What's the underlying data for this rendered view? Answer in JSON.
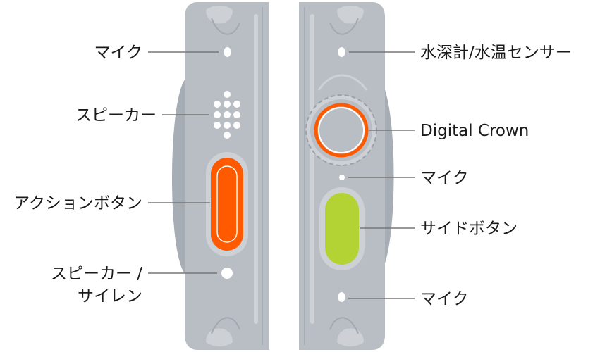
{
  "labels": {
    "left_mic": "マイク",
    "left_speaker": "スピーカー",
    "action_button": "アクションボタン",
    "speaker_siren_line1": "スピーカー /",
    "speaker_siren_line2": "サイレン",
    "depth_sensor": "水深計/水温センサー",
    "digital_crown": "Digital Crown",
    "right_mic_top": "マイク",
    "side_button": "サイドボタン",
    "right_mic_bottom": "マイク"
  },
  "colors": {
    "case": "#b9bec4",
    "case_dark": "#a6acb3",
    "action_button": "#ff5a00",
    "crown_ring": "#ff5a00",
    "side_button": "#b3d334",
    "leader_line": "#777777",
    "text": "#1a1a1a"
  }
}
